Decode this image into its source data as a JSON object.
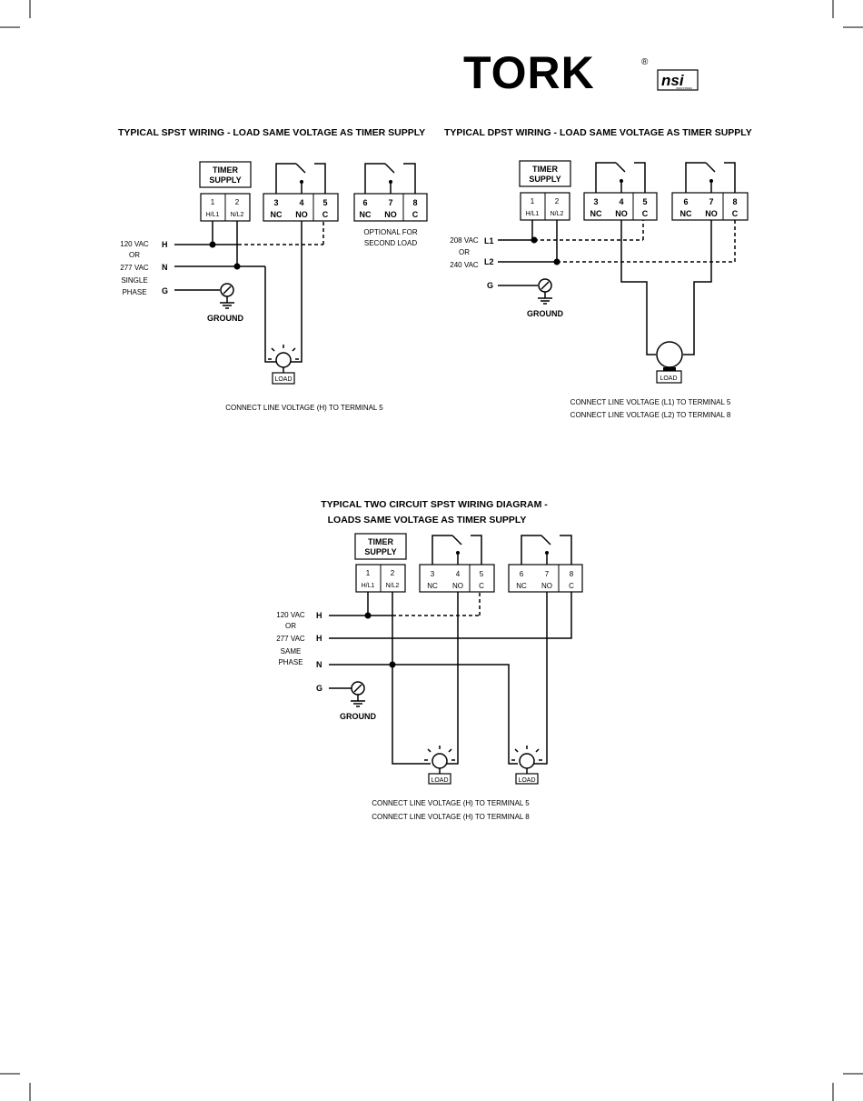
{
  "brand": {
    "logo": "TORK",
    "registered": "®",
    "sub_logo": "nsi",
    "sub_logo_text": "INDUSTRIES"
  },
  "spst": {
    "title": "TYPICAL SPST WIRING - LOAD SAME VOLTAGE AS TIMER SUPPLY",
    "supply": [
      "TIMER",
      "SUPPLY"
    ],
    "terminals": [
      {
        "num": "1",
        "sub": "H/L1"
      },
      {
        "num": "2",
        "sub": "N/L2"
      },
      {
        "num": "3",
        "sub": "NC"
      },
      {
        "num": "4",
        "sub": "NO"
      },
      {
        "num": "5",
        "sub": "C"
      },
      {
        "num": "6",
        "sub": "NC"
      },
      {
        "num": "7",
        "sub": "NO"
      },
      {
        "num": "8",
        "sub": "C"
      }
    ],
    "optional": [
      "OPTIONAL FOR",
      "SECOND LOAD"
    ],
    "voltage": [
      "120 VAC",
      "OR",
      "277 VAC",
      "SINGLE",
      "PHASE"
    ],
    "lines": [
      "H",
      "N",
      "G"
    ],
    "ground": "GROUND",
    "load": "LOAD",
    "note": "CONNECT LINE VOLTAGE (H) TO TERMINAL 5"
  },
  "dpst": {
    "title": "TYPICAL DPST WIRING - LOAD SAME VOLTAGE AS TIMER SUPPLY",
    "supply": [
      "TIMER",
      "SUPPLY"
    ],
    "terminals": [
      {
        "num": "1",
        "sub": "H/L1"
      },
      {
        "num": "2",
        "sub": "N/L2"
      },
      {
        "num": "3",
        "sub": "NC"
      },
      {
        "num": "4",
        "sub": "NO"
      },
      {
        "num": "5",
        "sub": "C"
      },
      {
        "num": "6",
        "sub": "NC"
      },
      {
        "num": "7",
        "sub": "NO"
      },
      {
        "num": "8",
        "sub": "C"
      }
    ],
    "voltage": [
      "208 VAC",
      "OR",
      "240 VAC"
    ],
    "lines": [
      "L1",
      "L2",
      "G"
    ],
    "ground": "GROUND",
    "load": "LOAD",
    "notes": [
      "CONNECT LINE VOLTAGE (L1) TO TERMINAL 5",
      "CONNECT LINE VOLTAGE (L2) TO TERMINAL 8"
    ]
  },
  "two_circuit": {
    "title": [
      "TYPICAL TWO CIRCUIT SPST WIRING DIAGRAM -",
      "LOADS SAME VOLTAGE AS TIMER SUPPLY"
    ],
    "supply": [
      "TIMER",
      "SUPPLY"
    ],
    "terminals": [
      {
        "num": "1",
        "sub": "H/L1"
      },
      {
        "num": "2",
        "sub": "N/L2"
      },
      {
        "num": "3",
        "sub": "NC"
      },
      {
        "num": "4",
        "sub": "NO"
      },
      {
        "num": "5",
        "sub": "C"
      },
      {
        "num": "6",
        "sub": "NC"
      },
      {
        "num": "7",
        "sub": "NO"
      },
      {
        "num": "8",
        "sub": "C"
      }
    ],
    "voltage": [
      "120 VAC",
      "OR",
      "277 VAC",
      "SAME",
      "PHASE"
    ],
    "lines": [
      "H",
      "H",
      "N",
      "G"
    ],
    "ground": "GROUND",
    "loads": [
      "LOAD",
      "LOAD"
    ],
    "notes": [
      "CONNECT LINE VOLTAGE (H) TO TERMINAL 5",
      "CONNECT LINE VOLTAGE (H) TO TERMINAL 8"
    ]
  }
}
